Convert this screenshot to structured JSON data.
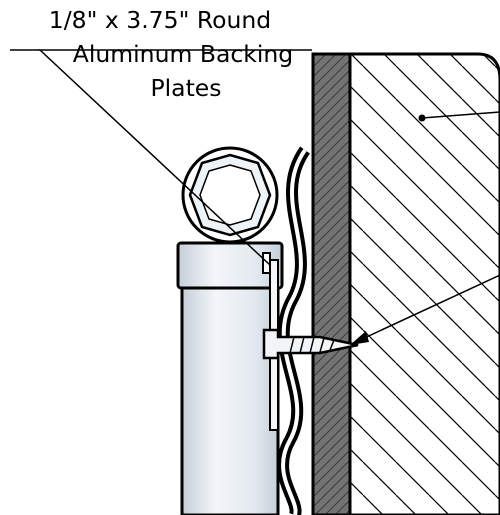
{
  "callout": {
    "line1": "1/8\" x 3.75\" Round",
    "line2": "Aluminum Backing",
    "line3": "Plates"
  },
  "colors": {
    "ink": "#000000",
    "paper": "#ffffff",
    "drywall": "#737373",
    "pipe_highlight": "#eef3f8",
    "pipe_shadow": "#c5cfd9",
    "screw": "#f2f4f6"
  }
}
